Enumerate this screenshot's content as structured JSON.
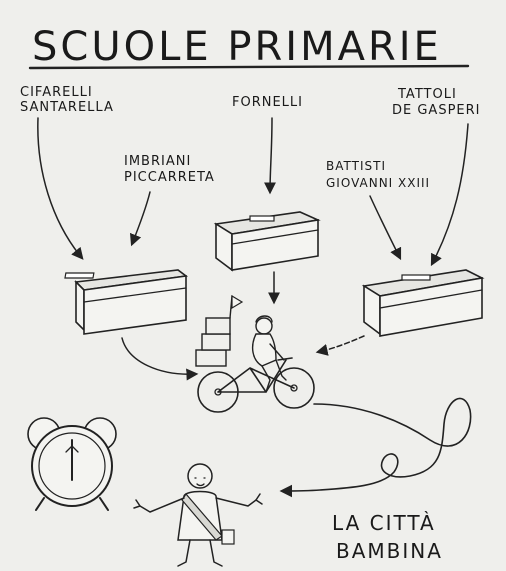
{
  "title": "SCUOLE PRIMARIE",
  "schools": [
    {
      "line1": "CIFARELLI",
      "line2": "SANTARELLA"
    },
    {
      "line1": "IMBRIANI",
      "line2": "PICCARRETA"
    },
    {
      "line1": "FORNELLI",
      "line2": ""
    },
    {
      "line1": "BATTISTI",
      "line2": "GIOVANNI XXIII"
    },
    {
      "line1": "TATTOLI",
      "line2": "DE GASPERI"
    }
  ],
  "destination": {
    "line1": "LA CITTÀ",
    "line2": "BAMBINA"
  },
  "icons": [
    "ballot-box-icon",
    "cyclist-courier-icon",
    "alarm-clock-icon",
    "mayor-with-sash-icon"
  ],
  "colors": {
    "paper": "#efefec",
    "ink": "#222222"
  }
}
